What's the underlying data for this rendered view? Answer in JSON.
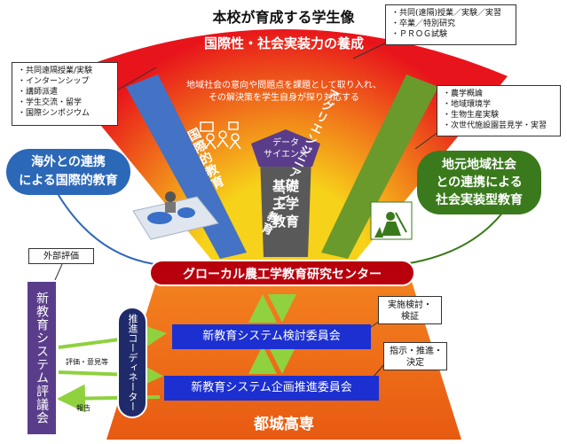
{
  "title": "本校が育成する学生像",
  "top_callout": [
    "・共同(遠隔)授業／実験／実習",
    "・卒業／特別研究",
    "・ＰＲＯＧ試験"
  ],
  "left_callout": [
    "・共同遠隔授業/実験",
    "・インターンシップ",
    "・講師派遣",
    "・学生交流・留学",
    "・国際シンポジウム"
  ],
  "right_callout": [
    "・農学概論",
    "・地域環境学",
    "・生物生産実験",
    "・次世代施設園芸見学・実習"
  ],
  "fan": {
    "heading": "国際性・社会実装力の養成",
    "description_line1": "地域社会の意向や問題点を課題として取り入れ、",
    "description_line2": "その解決策を学生自身が探り対応する",
    "left_beam": "国際的教育",
    "center_badge_line1": "データ",
    "center_badge_line2": "サイエンス",
    "center_beam_line1": "基礎",
    "center_beam_line2": "工学",
    "center_beam_line3": "教育",
    "right_beam": "アグリエンジニアリング教育"
  },
  "left_pill_line1": "海外との連携",
  "left_pill_line2": "による国際的教育",
  "right_pill_line1": "地元地域社会",
  "right_pill_line2": "との連携による",
  "right_pill_line3": "社会実装型教育",
  "center_banner": "グローカル農工学教育研究センター",
  "external_label": "外部評価",
  "council": "新教育システム評議会",
  "coordinator": "推進コーディネーター",
  "eval_label": "評価・意見等",
  "report_label": "報告",
  "committee_review": "新教育システム検討委員会",
  "committee_plan": "新教育システム企画推進委員会",
  "callout_review_line1": "実施検討・",
  "callout_review_line2": "検証",
  "callout_plan_line1": "指示・推進・",
  "callout_plan_line2": "決定",
  "school": "都城高専",
  "colors": {
    "red": "#e8141b",
    "orange": "#f08a1c",
    "blue_beam": "#4472c4",
    "green_beam": "#6a9a2c",
    "gray_beam": "#595959",
    "purple": "#5a3d8a",
    "left_pill": "#2c68b8",
    "right_pill": "#3a7a1c",
    "banner": "#b8000d",
    "committee": "#1c2fd0",
    "navy": "#1f2a6b"
  }
}
